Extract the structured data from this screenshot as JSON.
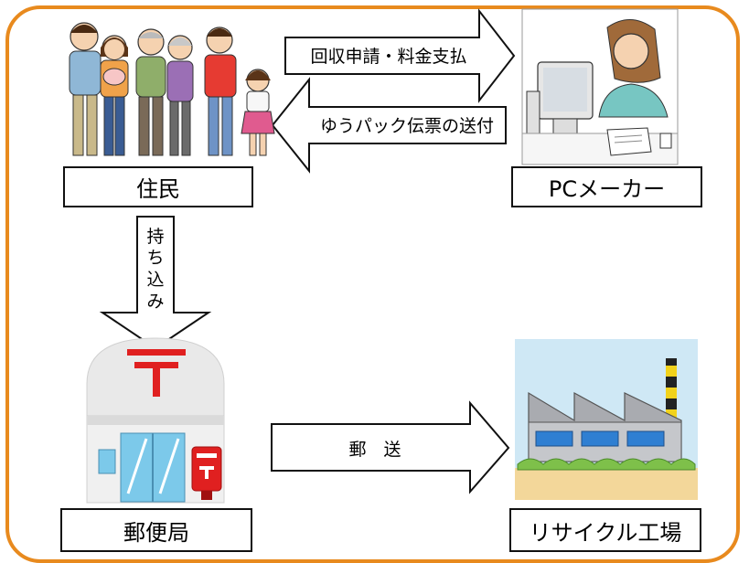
{
  "nodes": {
    "residents": "住民",
    "pc_maker": "PCメーカー",
    "post_office": "郵便局",
    "recycling_plant": "リサイクル工場"
  },
  "arrows": {
    "apply_pay": "回収申請・料金支払",
    "send_slip": "ゆうパック伝票の送付",
    "bring_in": [
      "持",
      "ち",
      "込",
      "み"
    ],
    "mail": "郵　送"
  },
  "colors": {
    "frame": "#e88a1e",
    "post_red": "#e02020",
    "sky": "#cfe8f5",
    "ground": "#f3d79a"
  }
}
